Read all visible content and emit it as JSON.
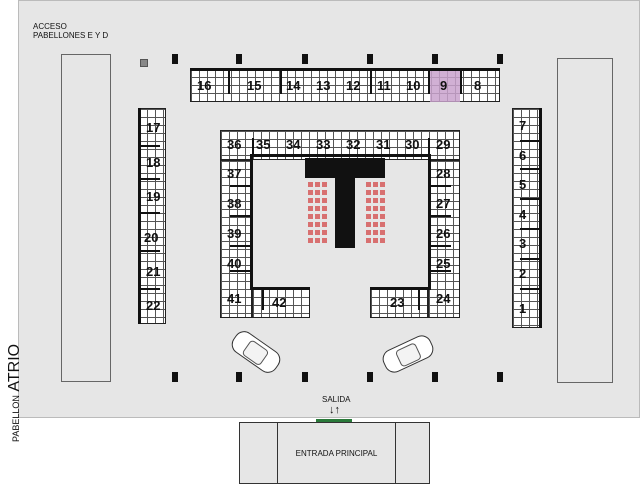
{
  "hall_label": {
    "line1": "ACCESO",
    "line2": "PABELLONES E Y D"
  },
  "side_pavilion": {
    "prefix": "PABELLON",
    "name": "ATRIO"
  },
  "exit": {
    "label": "SALIDA",
    "arrows": "↓↑"
  },
  "entrance": {
    "label": "ENTRADA PRINCIPAL"
  },
  "stands": {
    "s1": "1",
    "s2": "2",
    "s3": "3",
    "s4": "4",
    "s5": "5",
    "s6": "6",
    "s7": "7",
    "s8": "8",
    "s9": "9",
    "s10": "10",
    "s11": "11",
    "s12": "12",
    "s13": "13",
    "s14": "14",
    "s15": "15",
    "s16": "16",
    "s17": "17",
    "s18": "18",
    "s19": "19",
    "s20": "20",
    "s21": "21",
    "s22": "22",
    "s23": "23",
    "s24": "24",
    "s25": "25",
    "s26": "26",
    "s27": "27",
    "s28": "28",
    "s29": "29",
    "s30": "30",
    "s31": "31",
    "s32": "32",
    "s33": "33",
    "s34": "34",
    "s35": "35",
    "s36": "36",
    "s37": "37",
    "s38": "38",
    "s39": "39",
    "s40": "40",
    "s41": "41",
    "s42": "42"
  },
  "highlighted_stand": "9",
  "colors": {
    "highlight": "#c9a2cc",
    "seats": "#d87070",
    "floor": "#e6e6e6"
  }
}
